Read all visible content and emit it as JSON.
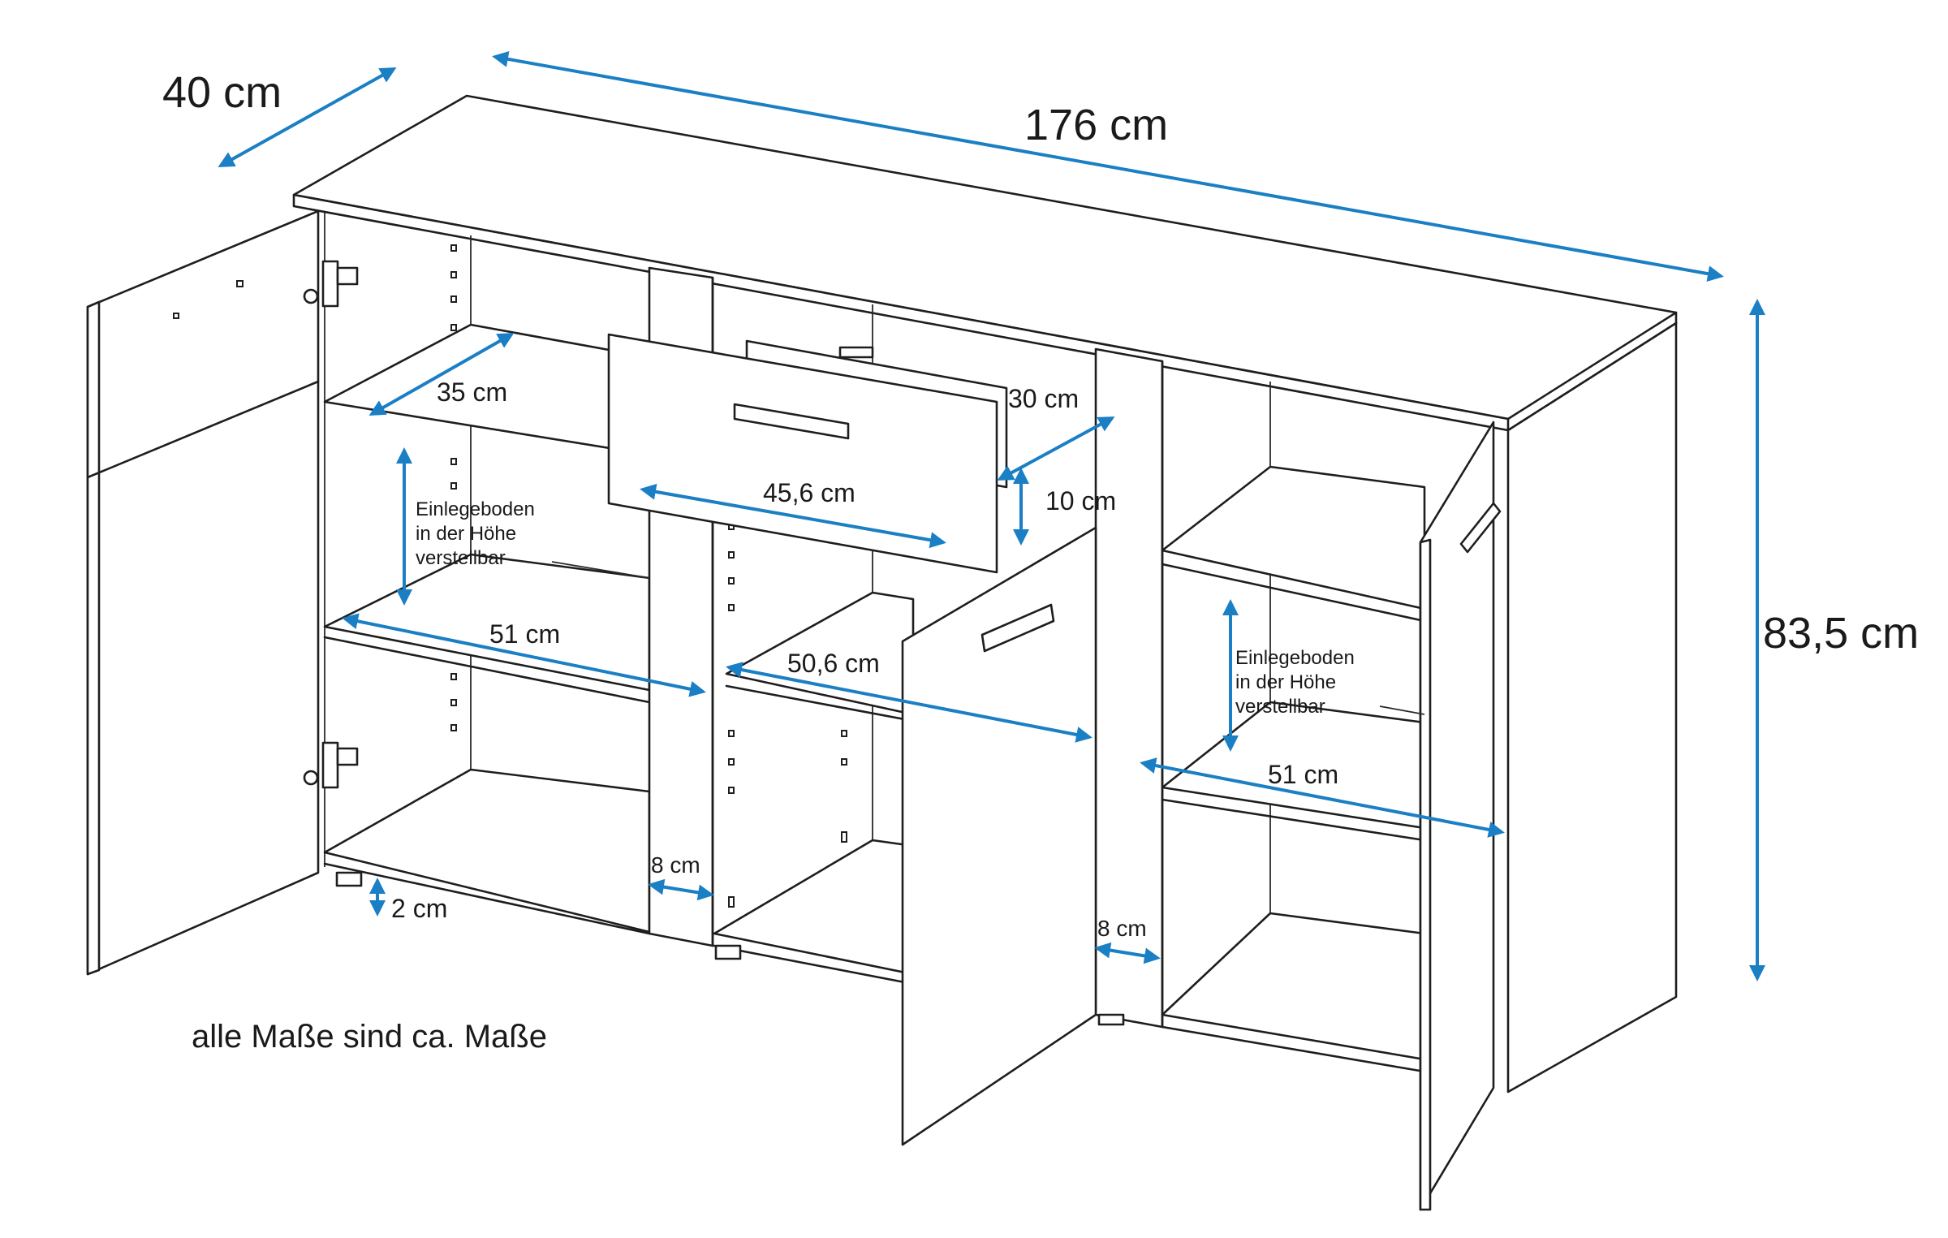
{
  "colors": {
    "dimension": "#1a7fc4",
    "outline": "#1e1e1e",
    "background": "#ffffff"
  },
  "labels": {
    "depth": "40 cm",
    "width": "176 cm",
    "height": "83,5 cm",
    "shelf_depth": "35 cm",
    "drawer_depth": "30 cm",
    "drawer_width": "45,6 cm",
    "drawer_height": "10 cm",
    "left_inner_width": "51 cm",
    "middle_inner_width": "50,6 cm",
    "right_inner_width": "51 cm",
    "divider_left": "8 cm",
    "divider_right": "8 cm",
    "foot_height": "2 cm",
    "disclaimer": "alle Maße sind ca. Maße"
  },
  "notes": {
    "left_shelf": [
      "Einlegeboden",
      "in der Höhe",
      "verstellbar"
    ],
    "right_shelf": [
      "Einlegeboden",
      "in der Höhe",
      "verstellbar"
    ]
  }
}
